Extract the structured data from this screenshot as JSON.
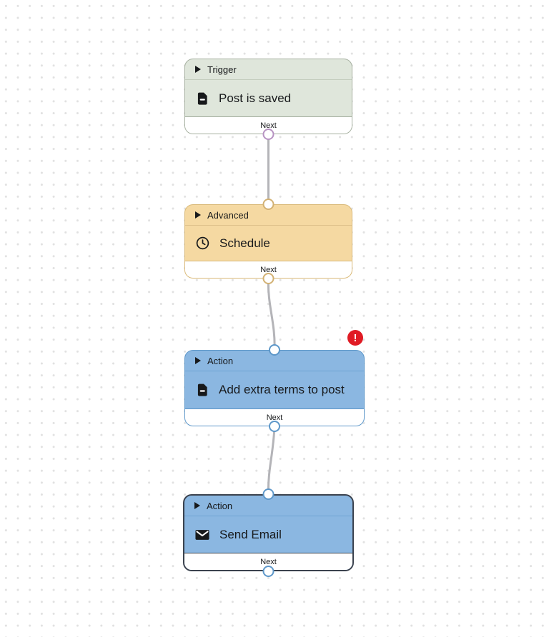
{
  "canvas": {
    "background_color": "#ffffff",
    "dot_color": "#e1e1e1",
    "edge_color": "#b4b4b8"
  },
  "nodes": [
    {
      "type": "trigger",
      "header_label": "Trigger",
      "title": "Post is saved",
      "footer_label": "Next",
      "icon": "document-icon",
      "theme": {
        "bg": "#dfe6db",
        "border": "#a6b0a0",
        "port": "#b793c2"
      }
    },
    {
      "type": "advanced",
      "header_label": "Advanced",
      "title": "Schedule",
      "footer_label": "Next",
      "icon": "clock-icon",
      "theme": {
        "bg": "#f5d9a2",
        "border": "#d9b979",
        "port": "#d2b173"
      }
    },
    {
      "type": "action",
      "header_label": "Action",
      "title": "Add extra terms to post",
      "footer_label": "Next",
      "icon": "document-icon",
      "has_error": true,
      "error_badge": "!",
      "error_color": "#e01b24",
      "theme": {
        "bg": "#8bb7e1",
        "border": "#5d97c9",
        "port": "#5d97c9"
      }
    },
    {
      "type": "action",
      "header_label": "Action",
      "title": "Send Email",
      "footer_label": "Next",
      "icon": "envelope-icon",
      "selected": true,
      "theme": {
        "bg": "#8bb7e1",
        "border": "#3b424e",
        "port": "#5d97c9"
      }
    }
  ]
}
